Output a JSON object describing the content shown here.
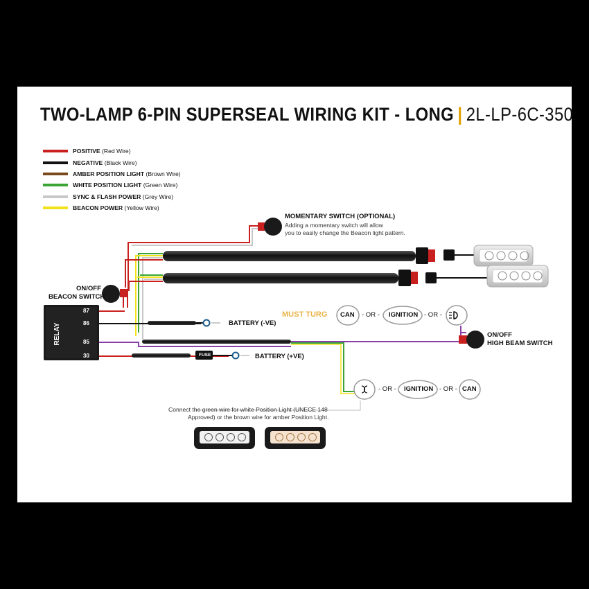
{
  "title": {
    "main": "TWO-LAMP 6-PIN SUPERSEAL WIRING KIT - LONG",
    "separator": "|",
    "code": "2L-LP-6C-350"
  },
  "legend": [
    {
      "name": "POSITIVE",
      "note": "(Red Wire)",
      "color": "#c8201e"
    },
    {
      "name": "NEGATIVE",
      "note": "(Black Wire)",
      "color": "#111111"
    },
    {
      "name": "AMBER POSITION LIGHT",
      "note": "(Brown Wire)",
      "color": "#7a4a1e"
    },
    {
      "name": "WHITE POSITION LIGHT",
      "note": "(Green Wire)",
      "color": "#3aa535"
    },
    {
      "name": "SYNC & FLASH POWER",
      "note": "(Grey Wire)",
      "color": "#c8c8c8"
    },
    {
      "name": "BEACON POWER",
      "note": "(Yellow Wire)",
      "color": "#f1e21c"
    }
  ],
  "labels": {
    "momentary_title": "MOMENTARY SWITCH (OPTIONAL)",
    "momentary_note1": "Adding a momentary switch will allow",
    "momentary_note2": "you to easily change the Beacon light pattern.",
    "beacon_switch1": "ON/OFF",
    "beacon_switch2": "BEACON SWITCH",
    "relay": "RELAY",
    "pin87": "87",
    "pin86": "86",
    "pin85": "85",
    "pin30": "30",
    "battery_neg": "BATTERY (-VE)",
    "battery_pos": "BATTERY (+VE)",
    "fuse": "FUSE",
    "highbeam1": "ON/OFF",
    "highbeam2": "HIGH BEAM SWITCH",
    "can": "CAN",
    "or": "- OR -",
    "ignition": "IGNITION",
    "connect_note1": "Connect the green wire for white Position Light (UNECE 148",
    "connect_note2": "Approved) or the brown wire for amber Position Light.",
    "watermark": "MUST TURG"
  },
  "colors": {
    "red": "#c8201e",
    "black": "#111111",
    "brown": "#7a4a1e",
    "green": "#3aa535",
    "grey": "#c8c8c8",
    "yellow": "#f1e21c",
    "purple": "#8a3fa8",
    "accent": "#e0a100"
  },
  "icons": [
    "momentary-switch-icon",
    "beacon-switch-icon",
    "relay-icon",
    "fuse-icon",
    "ring-terminal-icon",
    "high-beam-icon",
    "position-light-icon",
    "lamp-icon",
    "connector-icon"
  ]
}
